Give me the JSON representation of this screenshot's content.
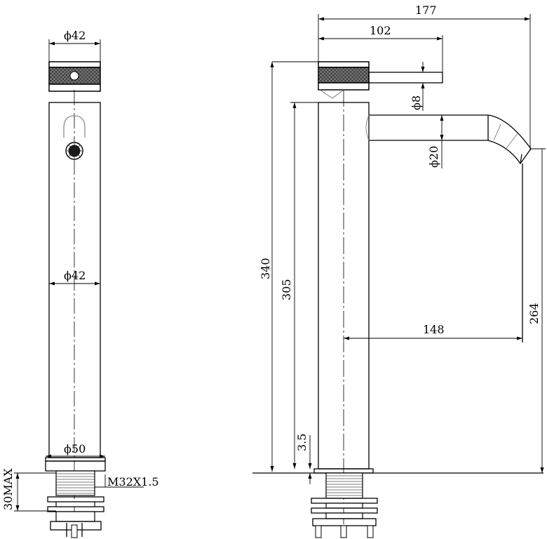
{
  "front_view": {
    "handle_diameter": "ϕ42",
    "body_diameter": "ϕ42",
    "base_diameter": "ϕ50",
    "thread_spec": "M32X1.5",
    "max_counter_thickness": "30MAX"
  },
  "side_view": {
    "total_reach": "177",
    "handle_reach": "102",
    "lever_diameter": "ϕ8",
    "spout_diameter": "ϕ20",
    "total_height": "340",
    "body_height": "305",
    "spout_height": "264",
    "spout_projection": "148",
    "base_height": "3.5"
  }
}
